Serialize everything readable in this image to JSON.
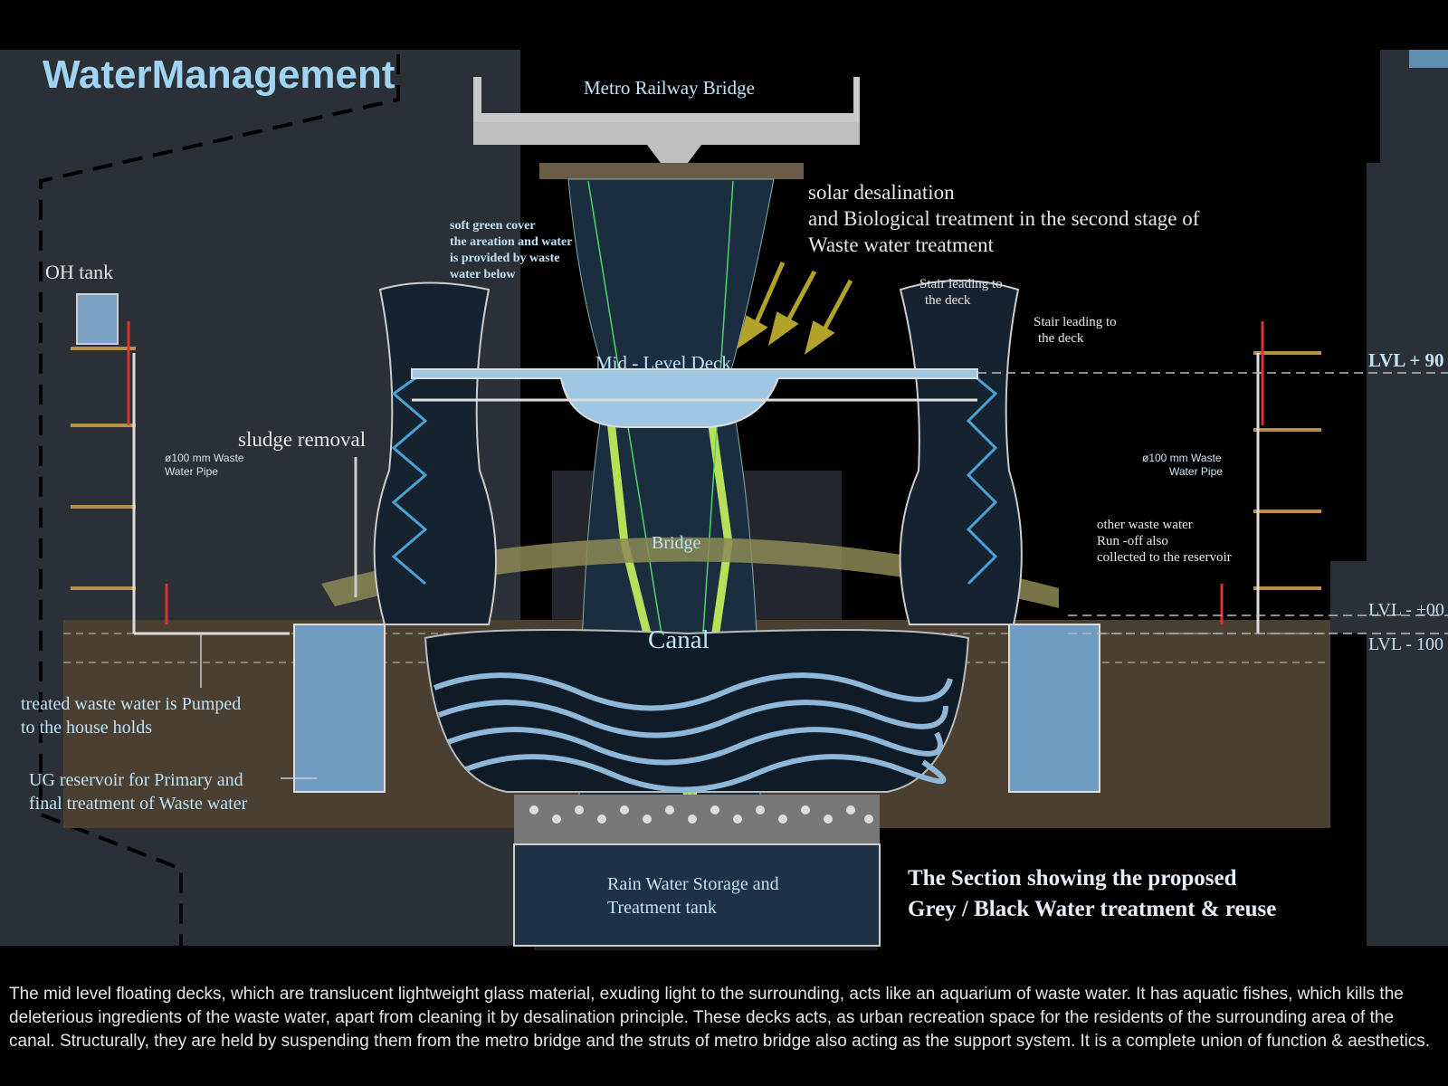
{
  "title": "WaterManagement",
  "labels": {
    "metro_bridge": "Metro Railway Bridge",
    "solar_line1": "solar desalination",
    "solar_line2": "and Biological treatment in the second stage of",
    "solar_line3": "Waste water treatment",
    "green_cover_line1": "soft green cover",
    "green_cover_line2": "the areation and water",
    "green_cover_line3": "is provided by waste",
    "green_cover_line4": "water below",
    "oh_tank": "OH tank",
    "mid_deck": "Mid - Level Deck",
    "stair_left_line1": "Stair leading to",
    "stair_left_line2": "the deck",
    "stair_right_line1": "Stair leading to",
    "stair_right_line2": "the deck",
    "lvl_top": "LVL + 90",
    "sludge": "sludge removal",
    "pipe_left_line1": "ø100 mm Waste",
    "pipe_left_line2": "Water Pipe",
    "pipe_right_line1": "ø100 mm Waste",
    "pipe_right_line2": "Water Pipe",
    "bridge": "Bridge",
    "other_waste_line1": "other waste water",
    "other_waste_line2": "Run -off also",
    "other_waste_line3": "collected to the reservoir",
    "canal": "Canal",
    "lvl_zero": "LVL - ±00",
    "lvl_minus": "LVL - 100",
    "treated_line1": "treated waste water is Pumped",
    "treated_line2": "to the house holds",
    "ug_line1": "UG reservoir for Primary and",
    "ug_line2": "final  treatment of Waste water",
    "rain_line1": "Rain Water Storage and",
    "rain_line2": "Treatment tank",
    "section_line1": "The Section showing the proposed",
    "section_line2": "Grey / Black  Water  treatment & reuse"
  },
  "description": "The mid level floating decks, which are translucent lightweight glass material, exuding light to the surrounding, acts like an aquarium of waste water. It has aquatic fishes, which kills the deleterious ingredients of the waste water, apart from cleaning it by desalination principle. These decks acts, as urban recreation space for the residents of the surrounding area of the canal. Structurally, they are held by suspending them from the metro bridge and the struts of metro bridge also acting as the support system. It is  a complete union of function & aesthetics.",
  "colors": {
    "background": "#000000",
    "building_fill": "#2b2f36",
    "ground": "#4a3f30",
    "water": "#6f9cc0",
    "bridge_fill": "#8c8a55",
    "strut_green": "#b6e05a",
    "arrow_gold": "#b3a22a",
    "title_blue": "#9fd4f2"
  }
}
